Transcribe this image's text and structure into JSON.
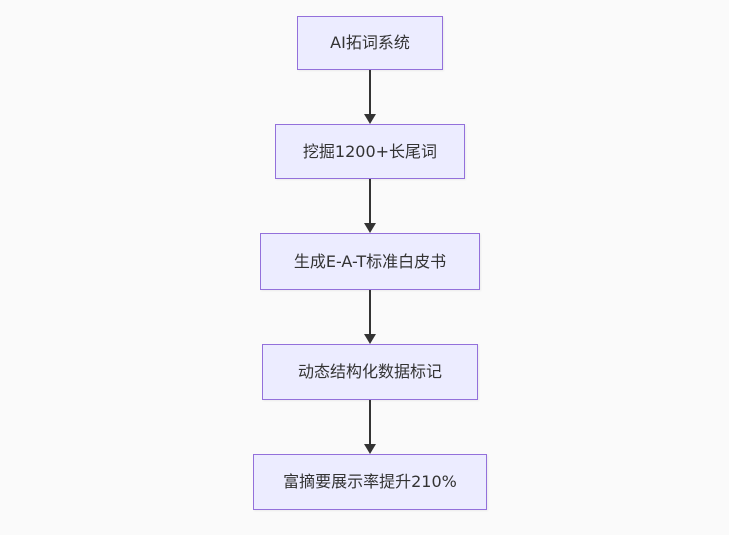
{
  "diagram": {
    "type": "flowchart",
    "direction": "top-down",
    "colors": {
      "background": "#FAFAFA",
      "node_fill": "#ECECFF",
      "node_border": "#9370DB",
      "node_text": "#333333",
      "arrow": "#333333"
    },
    "nodes": [
      {
        "id": "step-1",
        "label": "AI拓词系统"
      },
      {
        "id": "step-2",
        "label": "挖掘1200+长尾词"
      },
      {
        "id": "step-3",
        "label": "生成E-A-T标准白皮书"
      },
      {
        "id": "step-4",
        "label": "动态结构化数据标记"
      },
      {
        "id": "step-5",
        "label": "富摘要展示率提升210%"
      }
    ],
    "edges": [
      {
        "from": "step-1",
        "to": "step-2"
      },
      {
        "from": "step-2",
        "to": "step-3"
      },
      {
        "from": "step-3",
        "to": "step-4"
      },
      {
        "from": "step-4",
        "to": "step-5"
      }
    ]
  }
}
